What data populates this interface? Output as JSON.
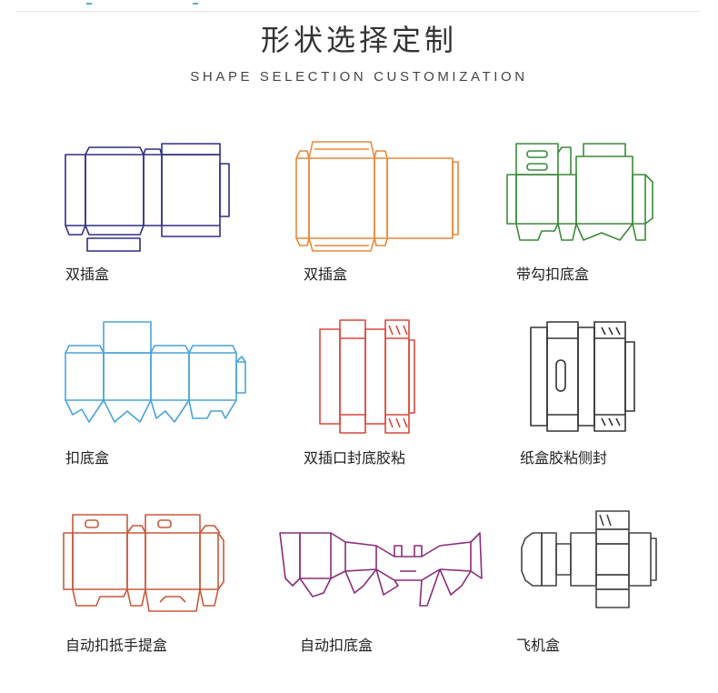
{
  "header": {
    "title": "形状选择定制",
    "subtitle": "SHAPE SELECTION CUSTOMIZATION"
  },
  "boxes": [
    {
      "label": "双插盒",
      "color": "#2e2f86",
      "icon": "double-tuck-box-icon"
    },
    {
      "label": "双插盒",
      "color": "#e8893a",
      "icon": "double-tuck-box-icon"
    },
    {
      "label": "带勾扣底盒",
      "color": "#3b8a3a",
      "icon": "hook-lock-bottom-box-icon"
    },
    {
      "label": "扣底盒",
      "color": "#4aa3dc",
      "icon": "lock-bottom-box-icon"
    },
    {
      "label": "双插口封底胶粘",
      "color": "#d9483b",
      "icon": "double-tuck-glued-bottom-box-icon"
    },
    {
      "label": "纸盒胶粘侧封",
      "color": "#333333",
      "icon": "side-glued-carton-icon"
    },
    {
      "label": "自动扣抵手提盒",
      "color": "#c8593a",
      "icon": "auto-lock-handle-box-icon"
    },
    {
      "label": "自动扣底盒",
      "color": "#8a2d7a",
      "icon": "auto-lock-bottom-box-icon"
    },
    {
      "label": "飞机盒",
      "color": "#444444",
      "icon": "mailer-box-icon"
    }
  ]
}
